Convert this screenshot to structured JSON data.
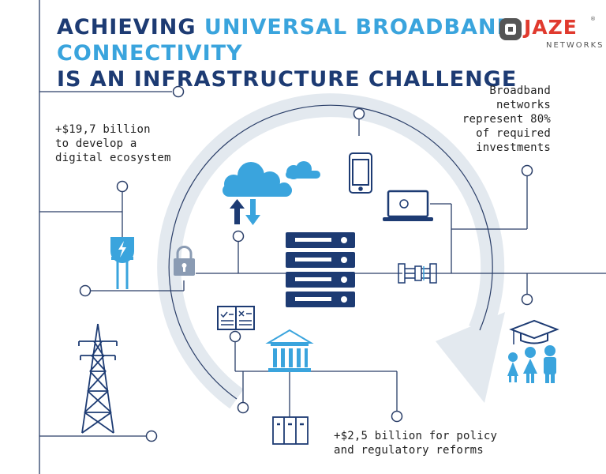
{
  "title": {
    "line1_prefix": "ACHIEVING",
    "line1_accent": "UNIVERSAL BROADBAND CONNECTIVITY",
    "line2": "IS AN INFRASTRUCTURE CHALLENGE"
  },
  "logo": {
    "name": "JAZE",
    "tagline": "NETWORKS",
    "reg": "®"
  },
  "notes": {
    "left": [
      "+$19,7 billion",
      "to develop a",
      "digital ecosystem"
    ],
    "right": [
      "Broadband",
      "networks",
      "represent 80%",
      "of required",
      "investments"
    ],
    "bottom": [
      "+$2,5 billion for policy",
      "and regulatory reforms"
    ]
  },
  "colors": {
    "navy": "#1d3b73",
    "blue": "#3aa4dd",
    "grey_arc": "#e3e9ef",
    "line": "#2a3e68",
    "red": "#e03a2e"
  },
  "icons": [
    "cloud-icon",
    "cloud-small-icon",
    "upload-download-arrows-icon",
    "server-rack-icon",
    "smartphone-icon",
    "laptop-icon",
    "padlock-icon",
    "power-plug-icon",
    "fiber-connector-icon",
    "open-book-icon",
    "bank-building-icon",
    "filing-cabinet-icon",
    "graduation-cap-icon",
    "family-icon",
    "power-tower-icon"
  ]
}
